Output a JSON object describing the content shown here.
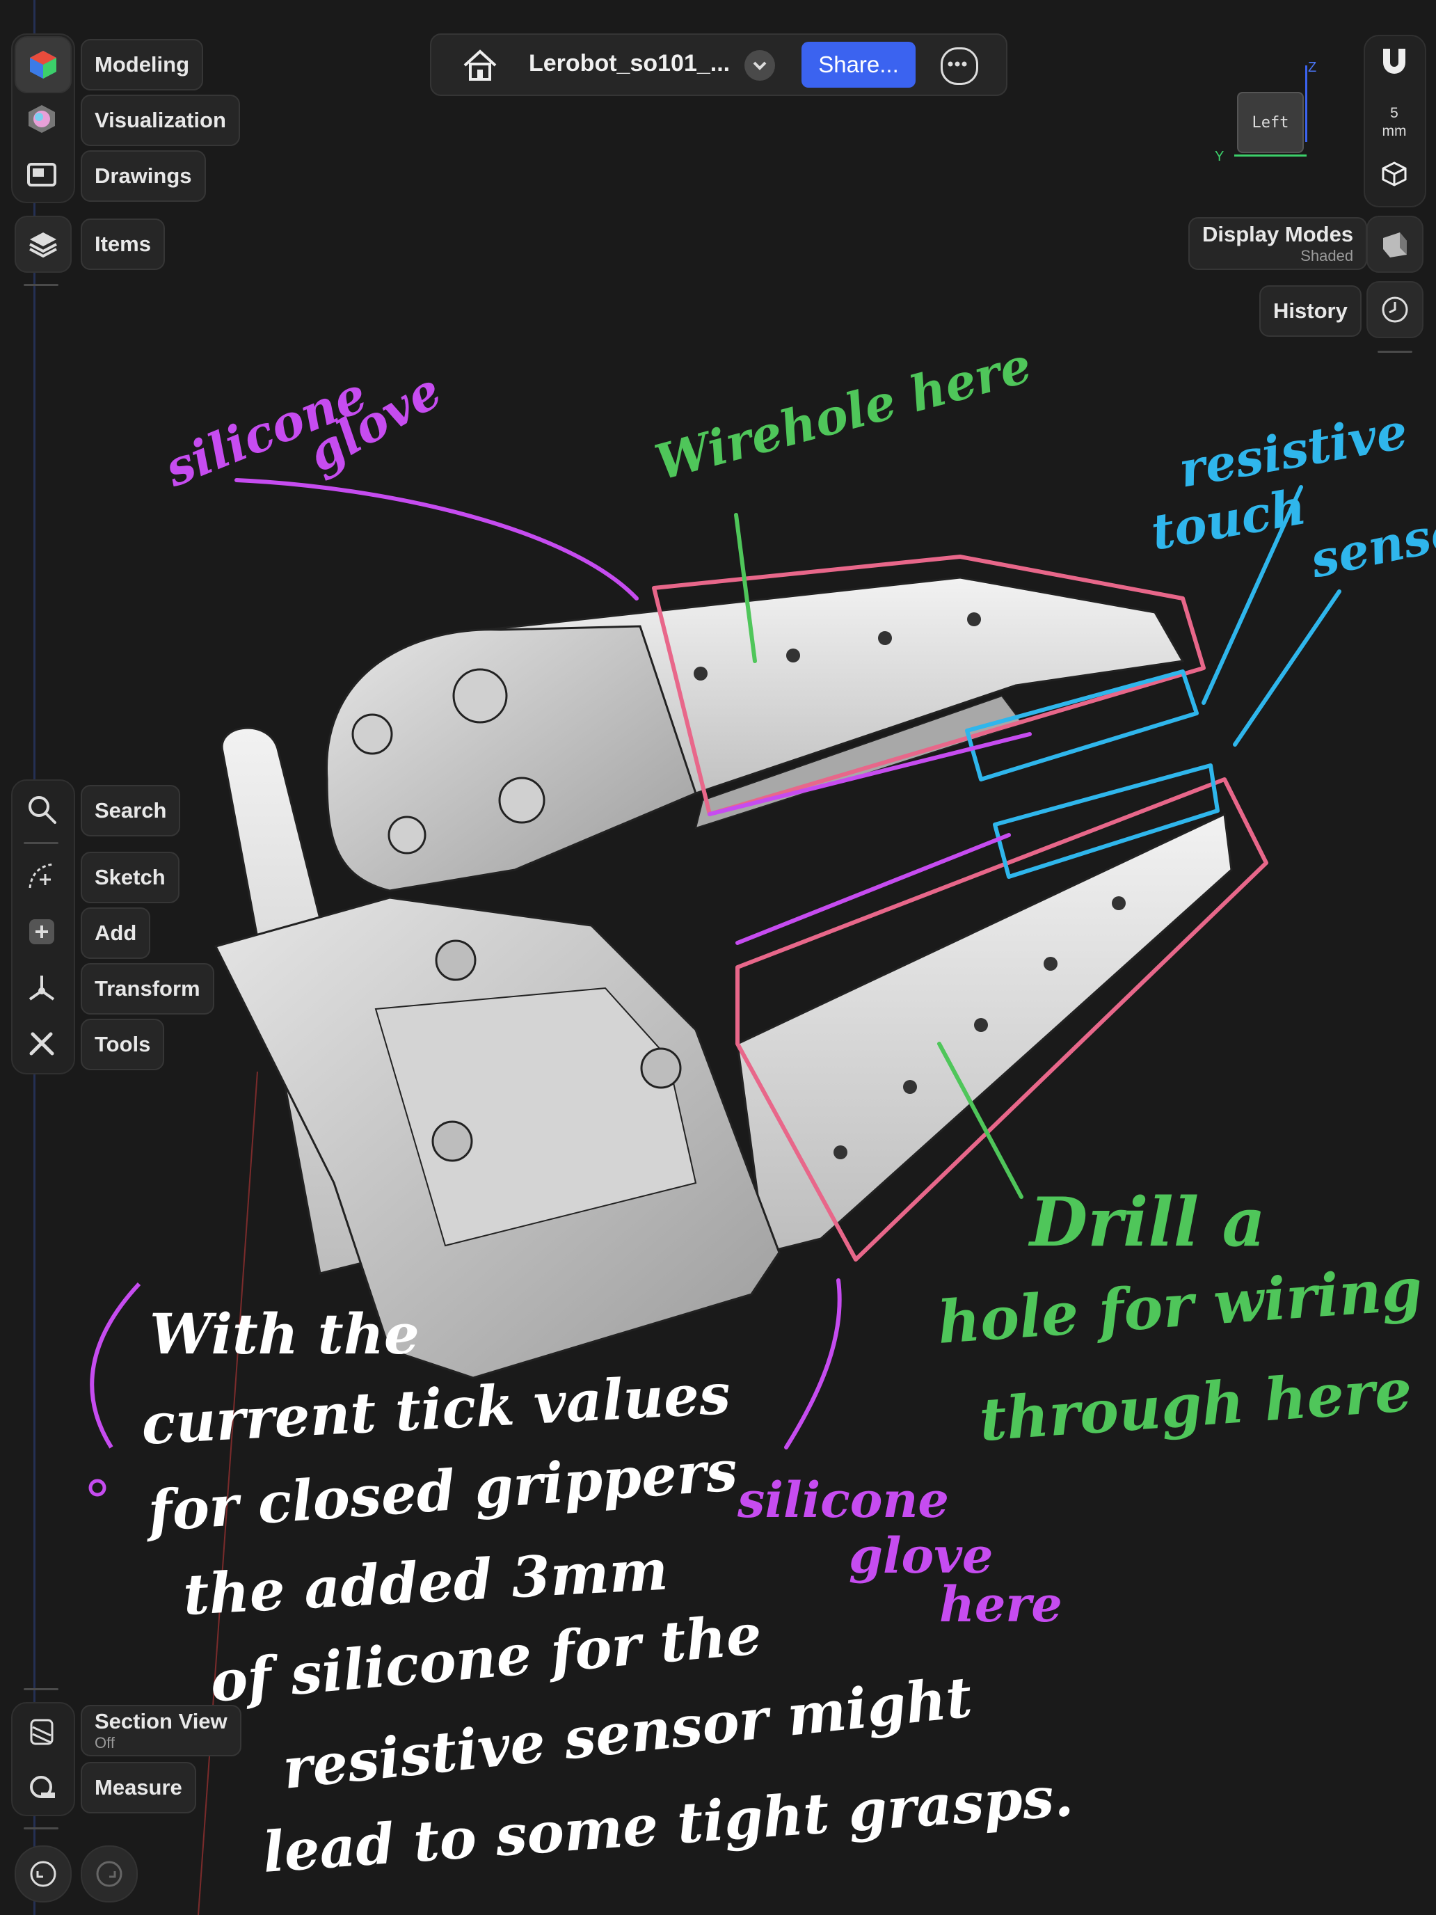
{
  "workspace_tabs": [
    {
      "label": "Modeling",
      "icon": "modeling-icon"
    },
    {
      "label": "Visualization",
      "icon": "visualization-icon"
    },
    {
      "label": "Drawings",
      "icon": "drawings-icon"
    }
  ],
  "items_label": "Items",
  "toolbar": {
    "search": "Search",
    "sketch": "Sketch",
    "add": "Add",
    "transform": "Transform",
    "tools": "Tools"
  },
  "bottom_tools": {
    "section_view": "Section View",
    "section_view_state": "Off",
    "measure": "Measure"
  },
  "document": {
    "title": "Lerobot_so101_...",
    "share_label": "Share..."
  },
  "right_panel": {
    "grid_value": "5",
    "grid_unit": "mm",
    "display_modes": "Display Modes",
    "display_mode_value": "Shaded",
    "history": "History"
  },
  "viewcube": {
    "face": "Left",
    "axis_z": "Z",
    "axis_y": "Y"
  },
  "annotations": {
    "silicone_glove_top_1": "silicone",
    "silicone_glove_top_2": "glove",
    "wirehole": "Wirehole here",
    "resistive_1": "resistive",
    "resistive_2": "touch",
    "resistive_3": "sensor",
    "drill_1": "Drill a",
    "drill_2": "hole for wiring",
    "drill_3": "through here",
    "silicone_bottom_1": "silicone",
    "silicone_bottom_2": "glove",
    "silicone_bottom_3": "here",
    "note_1": "With the",
    "note_2": "current tick values",
    "note_3": "for closed grippers",
    "note_4": "the added 3mm",
    "note_5": "of silicone for the",
    "note_6": "resistive sensor might",
    "note_7": "lead to some tight grasps."
  },
  "colors": {
    "pink": "#e8678a",
    "purple": "#c64cf0",
    "green": "#4fc65a",
    "cyan": "#2fb6ec",
    "accent_blue": "#3b63f0",
    "background": "#1a1a1a"
  }
}
